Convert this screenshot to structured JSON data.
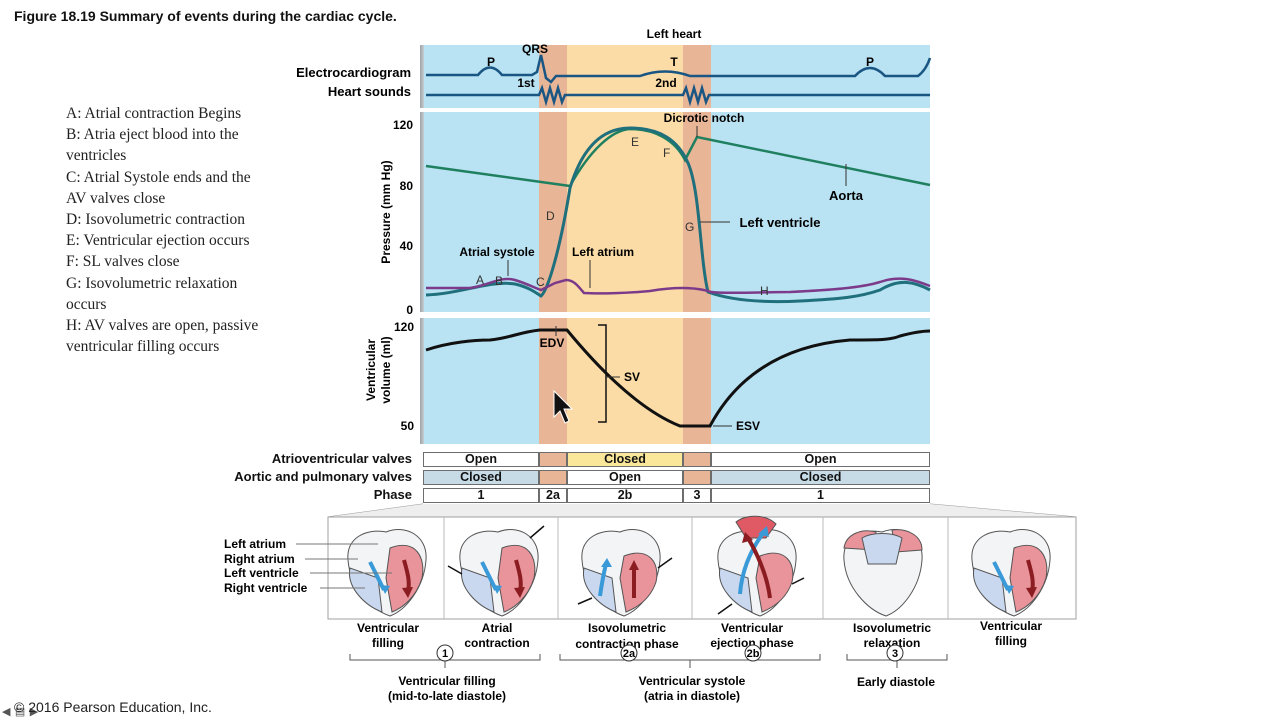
{
  "figure_title": "Figure 18.19 Summary of events during the cardiac cycle.",
  "legend_items": [
    {
      "line1": "A: Atrial contraction Begins",
      "line2": ""
    },
    {
      "line1": "B: Atria eject blood into the",
      "line2": "ventricles"
    },
    {
      "line1": "C: Atrial Systole ends and the",
      "line2": "AV valves close"
    },
    {
      "line1": "D: Isovolumetric contraction",
      "line2": ""
    },
    {
      "line1": "E: Ventricular ejection occurs",
      "line2": ""
    },
    {
      "line1": "F: SL valves close",
      "line2": ""
    },
    {
      "line1": "G: Isovolumetric relaxation",
      "line2": "occurs"
    },
    {
      "line1": "H: AV valves are open, passive",
      "line2": "ventricular filling occurs"
    }
  ],
  "graph": {
    "left_heart": "Left heart",
    "ecg_label": "Electrocardiogram",
    "sounds_label": "Heart sounds",
    "ecg_waves": {
      "p1": "P",
      "qrs": "QRS",
      "t": "T",
      "p2": "P"
    },
    "sounds": {
      "first": "1st",
      "second": "2nd"
    },
    "pressure_axis": "Pressure (mm Hg)",
    "pressure_ticks": [
      "120",
      "80",
      "40",
      "0"
    ],
    "pressure_labels": {
      "dicrotic": "Dicrotic notch",
      "aorta": "Aorta",
      "left_ventricle": "Left ventricle",
      "atrial_systole": "Atrial systole",
      "left_atrium": "Left atrium"
    },
    "point_letters": {
      "a": "A",
      "b": "B",
      "c": "C",
      "d": "D",
      "e": "E",
      "f": "F",
      "g": "G",
      "h": "H"
    },
    "volume_axis_line1": "Ventricular",
    "volume_axis_line2": "volume (ml)",
    "volume_ticks": [
      "120",
      "50"
    ],
    "volume_labels": {
      "edv": "EDV",
      "sv": "SV",
      "esv": "ESV"
    }
  },
  "valves": {
    "av_label": "Atrioventricular valves",
    "av": {
      "open1": "Open",
      "closed": "Closed",
      "open2": "Open"
    },
    "semilunar_label": "Aortic and pulmonary valves",
    "sl": {
      "closed1": "Closed",
      "open": "Open",
      "closed2": "Closed"
    },
    "phase_label": "Phase",
    "phase": {
      "p1": "1",
      "p2a": "2a",
      "p2b": "2b",
      "p3": "3",
      "p1b": "1"
    }
  },
  "hearts": {
    "labels": {
      "left_atrium": "Left atrium",
      "right_atrium": "Right atrium",
      "left_ventricle": "Left ventricle",
      "right_ventricle": "Right ventricle"
    },
    "captions": {
      "vf1_l1": "Ventricular",
      "vf1_l2": "filling",
      "ac_l1": "Atrial",
      "ac_l2": "contraction",
      "ic_l1": "Isovolumetric",
      "ic_l2": "contraction phase",
      "ve_l1": "Ventricular",
      "ve_l2": "ejection phase",
      "ir_l1": "Isovolumetric",
      "ir_l2": "relaxation",
      "vf2_l1": "Ventricular",
      "vf2_l2": "filling"
    },
    "phase_circles": {
      "c1": "1",
      "c2a": "2a",
      "c2b": "2b",
      "c3": "3"
    },
    "groups": {
      "g1_l1": "Ventricular filling",
      "g1_l2": "(mid-to-late diastole)",
      "g2_l1": "Ventricular systole",
      "g2_l2": "(atria in diastole)",
      "g3_l1": "Early diastole"
    }
  },
  "copyright": "© 2016 Pearson Education, Inc.",
  "colors": {
    "diastole_blue": "#b9e2f2",
    "systole_peach": "#fbdca7",
    "isovolumetric": "#e8b596",
    "ecg_line": "#1a5683",
    "aorta_green": "#1f8060",
    "lv_teal": "#1f6f7c",
    "la_purple": "#7c3b8a"
  }
}
